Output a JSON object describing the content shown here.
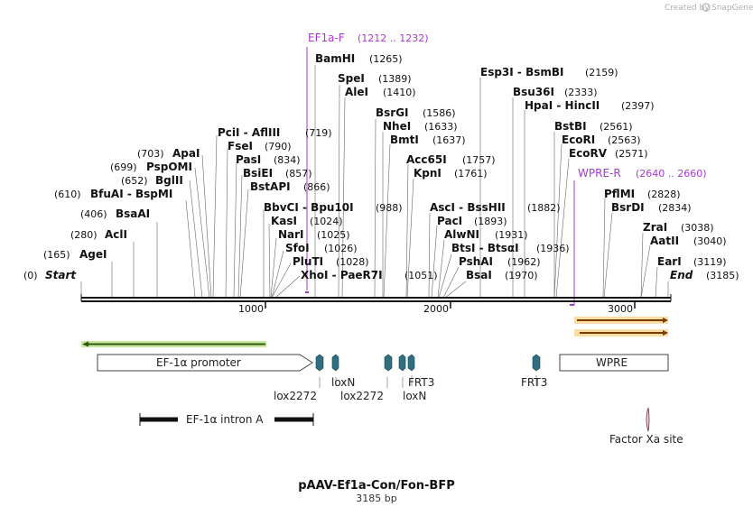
{
  "credit": {
    "text": "Created by",
    "brand": "SnapGene"
  },
  "plasmid": {
    "name": "pAAV-Ef1a-Con/Fon-BFP",
    "length_label": "3185 bp"
  },
  "ruler": {
    "ticks": [
      "1000",
      "2000",
      "3000"
    ]
  },
  "sites": [
    {
      "name": "Start",
      "pos": "(0)"
    },
    {
      "name": "AgeI",
      "pos": "(165)"
    },
    {
      "name": "AclI",
      "pos": "(280)"
    },
    {
      "name": "BsaAI",
      "pos": "(406)"
    },
    {
      "name": "BfuAI - BspMI",
      "pos": "(610)"
    },
    {
      "name": "BglII",
      "pos": "(652)"
    },
    {
      "name": "PspOMI",
      "pos": "(699)"
    },
    {
      "name": "ApaI",
      "pos": "(703)"
    },
    {
      "name": "PciI - AflIII",
      "pos": "(719)"
    },
    {
      "name": "FseI",
      "pos": "(790)"
    },
    {
      "name": "PasI",
      "pos": "(834)"
    },
    {
      "name": "BsiEI",
      "pos": "(857)"
    },
    {
      "name": "BstAPI",
      "pos": "(866)"
    },
    {
      "name": "BbvCI - Bpu10I",
      "pos": "(988)"
    },
    {
      "name": "KasI",
      "pos": "(1024)"
    },
    {
      "name": "NarI",
      "pos": "(1025)"
    },
    {
      "name": "SfoI",
      "pos": "(1026)"
    },
    {
      "name": "PluTI",
      "pos": "(1028)"
    },
    {
      "name": "XhoI - PaeR7I",
      "pos": "(1051)"
    },
    {
      "name": "BamHI",
      "pos": "(1265)"
    },
    {
      "name": "SpeI",
      "pos": "(1389)"
    },
    {
      "name": "AleI",
      "pos": "(1410)"
    },
    {
      "name": "BsrGI",
      "pos": "(1586)"
    },
    {
      "name": "NheI",
      "pos": "(1633)"
    },
    {
      "name": "BmtI",
      "pos": "(1637)"
    },
    {
      "name": "Acc65I",
      "pos": "(1757)"
    },
    {
      "name": "KpnI",
      "pos": "(1761)"
    },
    {
      "name": "AscI - BssHII",
      "pos": "(1882)"
    },
    {
      "name": "PacI",
      "pos": "(1893)"
    },
    {
      "name": "AlwNI",
      "pos": "(1931)"
    },
    {
      "name": "BtsI - BtsαI",
      "pos": "(1936)"
    },
    {
      "name": "PshAI",
      "pos": "(1962)"
    },
    {
      "name": "BsaI",
      "pos": "(1970)"
    },
    {
      "name": "Esp3I - BsmBI",
      "pos": "(2159)"
    },
    {
      "name": "Bsu36I",
      "pos": "(2333)"
    },
    {
      "name": "HpaI - HincII",
      "pos": "(2397)"
    },
    {
      "name": "BstBI",
      "pos": "(2561)"
    },
    {
      "name": "EcoRI",
      "pos": "(2563)"
    },
    {
      "name": "EcoRV",
      "pos": "(2571)"
    },
    {
      "name": "PflMI",
      "pos": "(2828)"
    },
    {
      "name": "BsrDI",
      "pos": "(2834)"
    },
    {
      "name": "ZraI",
      "pos": "(3038)"
    },
    {
      "name": "AatII",
      "pos": "(3040)"
    },
    {
      "name": "EarI",
      "pos": "(3119)"
    },
    {
      "name": "End",
      "pos": "(3185)"
    }
  ],
  "primers": [
    {
      "name": "EF1a-F",
      "range": "(1212 .. 1232)"
    },
    {
      "name": "WPRE-R",
      "range": "(2640 .. 2660)"
    }
  ],
  "features": {
    "promoter": "EF-1α promoter",
    "wpre": "WPRE",
    "intron": "EF-1α intron A",
    "factor_xa": "Factor Xa site",
    "lox2272_a": "lox2272",
    "loxN_a": "loxN",
    "lox2272_b": "lox2272",
    "frt3_a": "FRT3",
    "loxN_b": "loxN",
    "frt3_b": "FRT3"
  },
  "colors": {
    "primer": "#a73ad1",
    "site": "#2f6f80",
    "forward_arrow": "#7bbf2a",
    "reverse_arrow": "#f0a020"
  }
}
